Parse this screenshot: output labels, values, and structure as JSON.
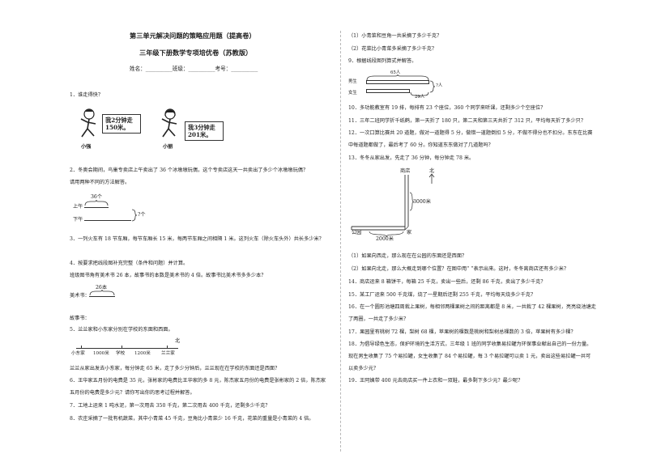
{
  "title": "第三单元解决问题的策略应用题（提高卷）",
  "subtitle": "三年级下册数学专项培优卷（苏教版）",
  "student_info": "姓名：__________班级：__________考号：__________",
  "left": {
    "q1": "1．谁走得快？",
    "q1_bubble_a": "我2分钟走150米。",
    "q1_name_a": "小强",
    "q1_bubble_b": "我3分钟走201米。",
    "q1_name_b": "小丽",
    "q2_l1": "2．冬奥会期间，鸟巢专卖店上午卖出了 36 个冰墩墩玩偶，这个专卖店这天一共卖出了多少个冰墩墩玩偶？",
    "q2_l2": "请用两种不同的方法解答。",
    "q2_d_top": "36个",
    "q2_d_am": "上午",
    "q2_d_pm": "下午",
    "q2_d_q": "?个",
    "q3": "3．一列火车有 18 节车厢，每节车厢长 15 米，每两节车厢之间相隔 1 米。这列火车（除火车头外）共长多少米？",
    "q4_l1": "4．按要求把线段图补充完整（条件和问题）并计算。",
    "q4_l2": "班级图书角有美术书 26 本，故事书的本数是美术书的 4 倍。故事书比美术书多多少本？",
    "q4_d_num": "26本",
    "q4_d_art": "美术书：",
    "q4_d_story": "故事书：",
    "q5_l1": "5．兰兰家和小东家分别在学校的东面和西面。",
    "q5_d_xd": "小东家",
    "q5_d_1000": "1000米",
    "q5_d_school": "学校",
    "q5_d_1200": "1200米",
    "q5_d_ll": "兰兰家",
    "q5_d_north": "北",
    "q5_l2": "兰兰从家出发去小东家，每分钟走 65 米，走了多少分钟后，兰兰现在在学校的东面还是西面？",
    "q6_l1": "6．王华家五月份的电费是 35 元，张彬家的电费比王华家的多 8 元，陈杰家五月份的电费是张彬家的 2 倍，陈杰家",
    "q6_l2": "五月份的电费是多少元？请你写出你的思考过程并解答。",
    "q7": "7．工地上运来 1 吨水泥，第一次用去 350 千克，第二次用去 400 千克，还剩多少千克？",
    "q8": "8．农庄采摘了一批有机蔬菜，其中小青菜 45 千克，豆角比小青菜少 16 千克，花菜的重量是小青菜的 4 倍。"
  },
  "right": {
    "q8_s1": "（1）小青菜和豆角一共采摘了多少千克？",
    "q8_s2": "（2）花菜比小青菜多采摘了多少千克？",
    "q9": "9．根据线段图列算式并解答。",
    "q9_d_65": "65人",
    "q9_d_boys": "男生",
    "q9_d_girls": "女生",
    "q9_d_q": "?人",
    "q9_d_20": "20人",
    "q10": "10．多功能教室有 19 排，每排有 23 个座位，360 个同学来听课，还剩多少个空座位？",
    "q11": "11．三年二班同学折千纸鹤，第一天折了 180 只，第二天和第三天共折了 312 只，平均每天折了多少只？",
    "q12_l1": "12．一次口算比赛共 20 道题，做对一道题得 5 分，做错一道题倒扣 5 分，不做不得分也不扣分。东东在比赛",
    "q12_l2": "中每道题都做了，最后考了 60 分。你知道东东做对了几道题吗？",
    "q13": "13．冬冬从家出发，先走了 36 分钟，每分钟走 78 米。",
    "q13_d_shop": "商店",
    "q13_d_north": "北",
    "q13_d_3000": "3000米",
    "q13_d_park": "公园",
    "q13_d_home": "家",
    "q13_d_2000": "2000米",
    "q13_s1": "（1）如果向西走，那么现在在公园的东面还是西面？",
    "q13_s2": "（2）如果向北走，那么大概走到哪个位置？在图中用“ ”表示出来。这时，冬冬离商店还有多少米？",
    "q14": "14．商店运来 8 箱饼干，每箱 25 千克，卖出一些后，还剩 86 千克，卖出了多少千克？",
    "q15": "15．某工厂运来 500 千克煤，烧了一星期后还剩 255 千克，平均每天烧多少千克？",
    "q16_l1": "16．在一个圆形池塘四周栽上果树，每相邻两棵果树之间的距离都是 8 米，一共栽了 42 棵果树，亮亮绕池塘走",
    "q16_l2": "了两圈，一共走了多少米？",
    "q17": "17．果园里有桃树 72 棵，梨树 68 棵，苹果树的棵数是桃树和梨树总棵数的 3 倍，苹果树有多少棵？",
    "q18_l1": "18．为倡导绿色生态，保护环境的生活方式，三年级 1 班的同学收集易拉罐为环保事业献出自己的一份力量。",
    "q18_l2": "现在男生收集了 75 个易拉罐，女生收集了 84 个易拉罐，每 3 个易拉罐可以卖 1 元，卖出这些易拉罐一共可",
    "q18_l3": "以卖多少元？",
    "q19": "19．王阿姨带 400 元去商店买一件上衣和一双鞋，最多剩下多少元？最少呢？"
  }
}
